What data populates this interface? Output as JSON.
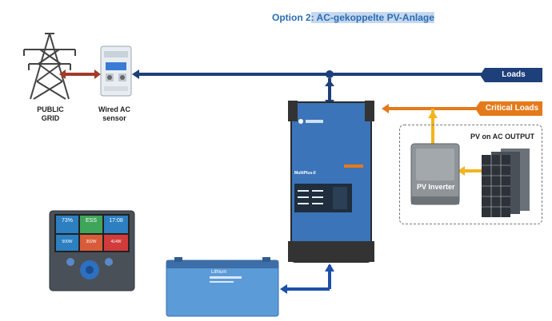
{
  "title": {
    "prefix": "Option 2",
    "highlighted": ": AC-gekoppelte PV-Anlage"
  },
  "nodes": {
    "grid_label_line1": "PUBLIC",
    "grid_label_line2": "GRID",
    "sensor_label_line1": "Wired AC",
    "sensor_label_line2": "sensor",
    "loads_label": "Loads",
    "critical_loads_label": "Critical Loads",
    "pv_output_label": "PV on AC OUTPUT",
    "pv_inverter_label": "PV Inverter"
  },
  "device_texts": {
    "multiplus_name": "MultiPlus-II",
    "battery_name": "Lithium",
    "gx_tiles": [
      {
        "top": "73%",
        "bottom": "500W"
      },
      {
        "top": "ESS",
        "bottom": "302W"
      },
      {
        "top": "17:08",
        "bottom": "414W"
      }
    ]
  },
  "colors": {
    "grid_link": "#a33a2a",
    "ac_bus": "#1d3f7a",
    "ac_out": "#e47a1b",
    "pv_link": "#f3b41d",
    "inverter_blue": "#3b74b9",
    "battery_blue": "#5b9bd8"
  },
  "icons": [
    "transmission-tower-icon",
    "ac-sensor-icon",
    "inverter-charger-icon",
    "pv-inverter-icon",
    "solar-panel-icon",
    "battery-icon",
    "gx-display-icon"
  ]
}
